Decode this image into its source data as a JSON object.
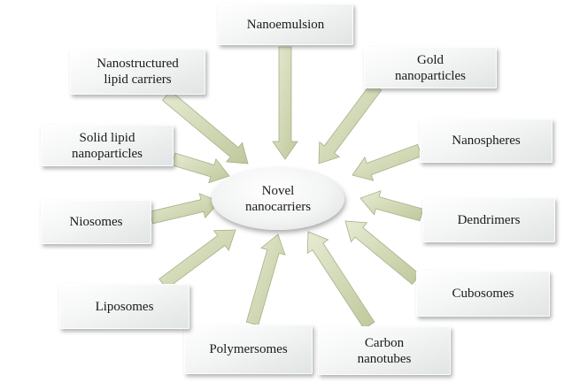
{
  "center": {
    "label": "Novel\nnanocarriers"
  },
  "nodes": [
    {
      "key": "nanoemulsion",
      "label": "Nanoemulsion"
    },
    {
      "key": "gold",
      "label": "Gold\nnanoparticles"
    },
    {
      "key": "nanospheres",
      "label": "Nanospheres"
    },
    {
      "key": "dendrimers",
      "label": "Dendrimers"
    },
    {
      "key": "cubosomes",
      "label": "Cubosomes"
    },
    {
      "key": "carbon",
      "label": "Carbon\nnanotubes"
    },
    {
      "key": "polymersomes",
      "label": "Polymersomes"
    },
    {
      "key": "liposomes",
      "label": "Liposomes"
    },
    {
      "key": "niosomes",
      "label": "Niosomes"
    },
    {
      "key": "sln",
      "label": "Solid lipid\nnanoparticles"
    },
    {
      "key": "nlc",
      "label": "Nanostructured\nlipid carriers"
    }
  ],
  "colors": {
    "arrow_fill_light": "#e3e8cd",
    "arrow_fill_dark": "#c2cba0",
    "arrow_stroke": "#a7b087"
  }
}
